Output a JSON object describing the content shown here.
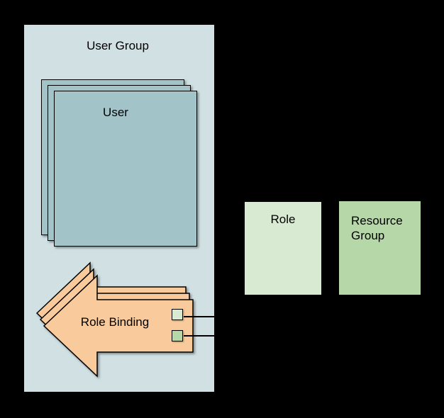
{
  "diagram": {
    "user_group": {
      "label": "User Group"
    },
    "user_stack": {
      "label": "User",
      "count": 3
    },
    "role_binding": {
      "label": "Role Binding",
      "count": 3
    },
    "role_box": {
      "label": "Role"
    },
    "resource_group_box": {
      "label": "Resource Group",
      "lines": [
        "Resource",
        "Group"
      ]
    },
    "connectors": [
      {
        "name": "role-connector",
        "links_to": "Role"
      },
      {
        "name": "resource-group-connector",
        "links_to": "Resource Group"
      }
    ]
  },
  "palette": {
    "background": "#000000",
    "user_group": "#d0e0e3",
    "user": "#a2c4c9",
    "role_binding": "#f9cb9c",
    "role": "#d9ead3",
    "resource_group": "#b6d7a8",
    "connector_role_swatch": "#d9ead3",
    "connector_resource_group_swatch": "#b6d7a8",
    "line": "#000000"
  }
}
